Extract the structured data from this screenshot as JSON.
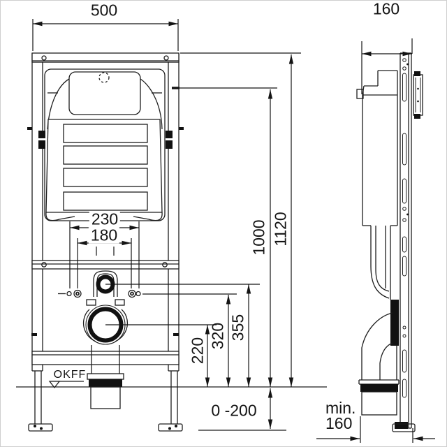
{
  "front_view": {
    "width": "500",
    "overall_height": "1120",
    "upper_reference_height": "1000",
    "outer_stud_spacing": "230",
    "inner_stud_spacing": "180",
    "flush_pipe_height": "355",
    "stud_height": "320",
    "outlet_height": "220",
    "leg_adjustment_range": "0 -200",
    "floor_level": "OKFF"
  },
  "side_view": {
    "depth": "160",
    "min_installation_depth": {
      "line1": "min.",
      "line2": "160"
    }
  }
}
